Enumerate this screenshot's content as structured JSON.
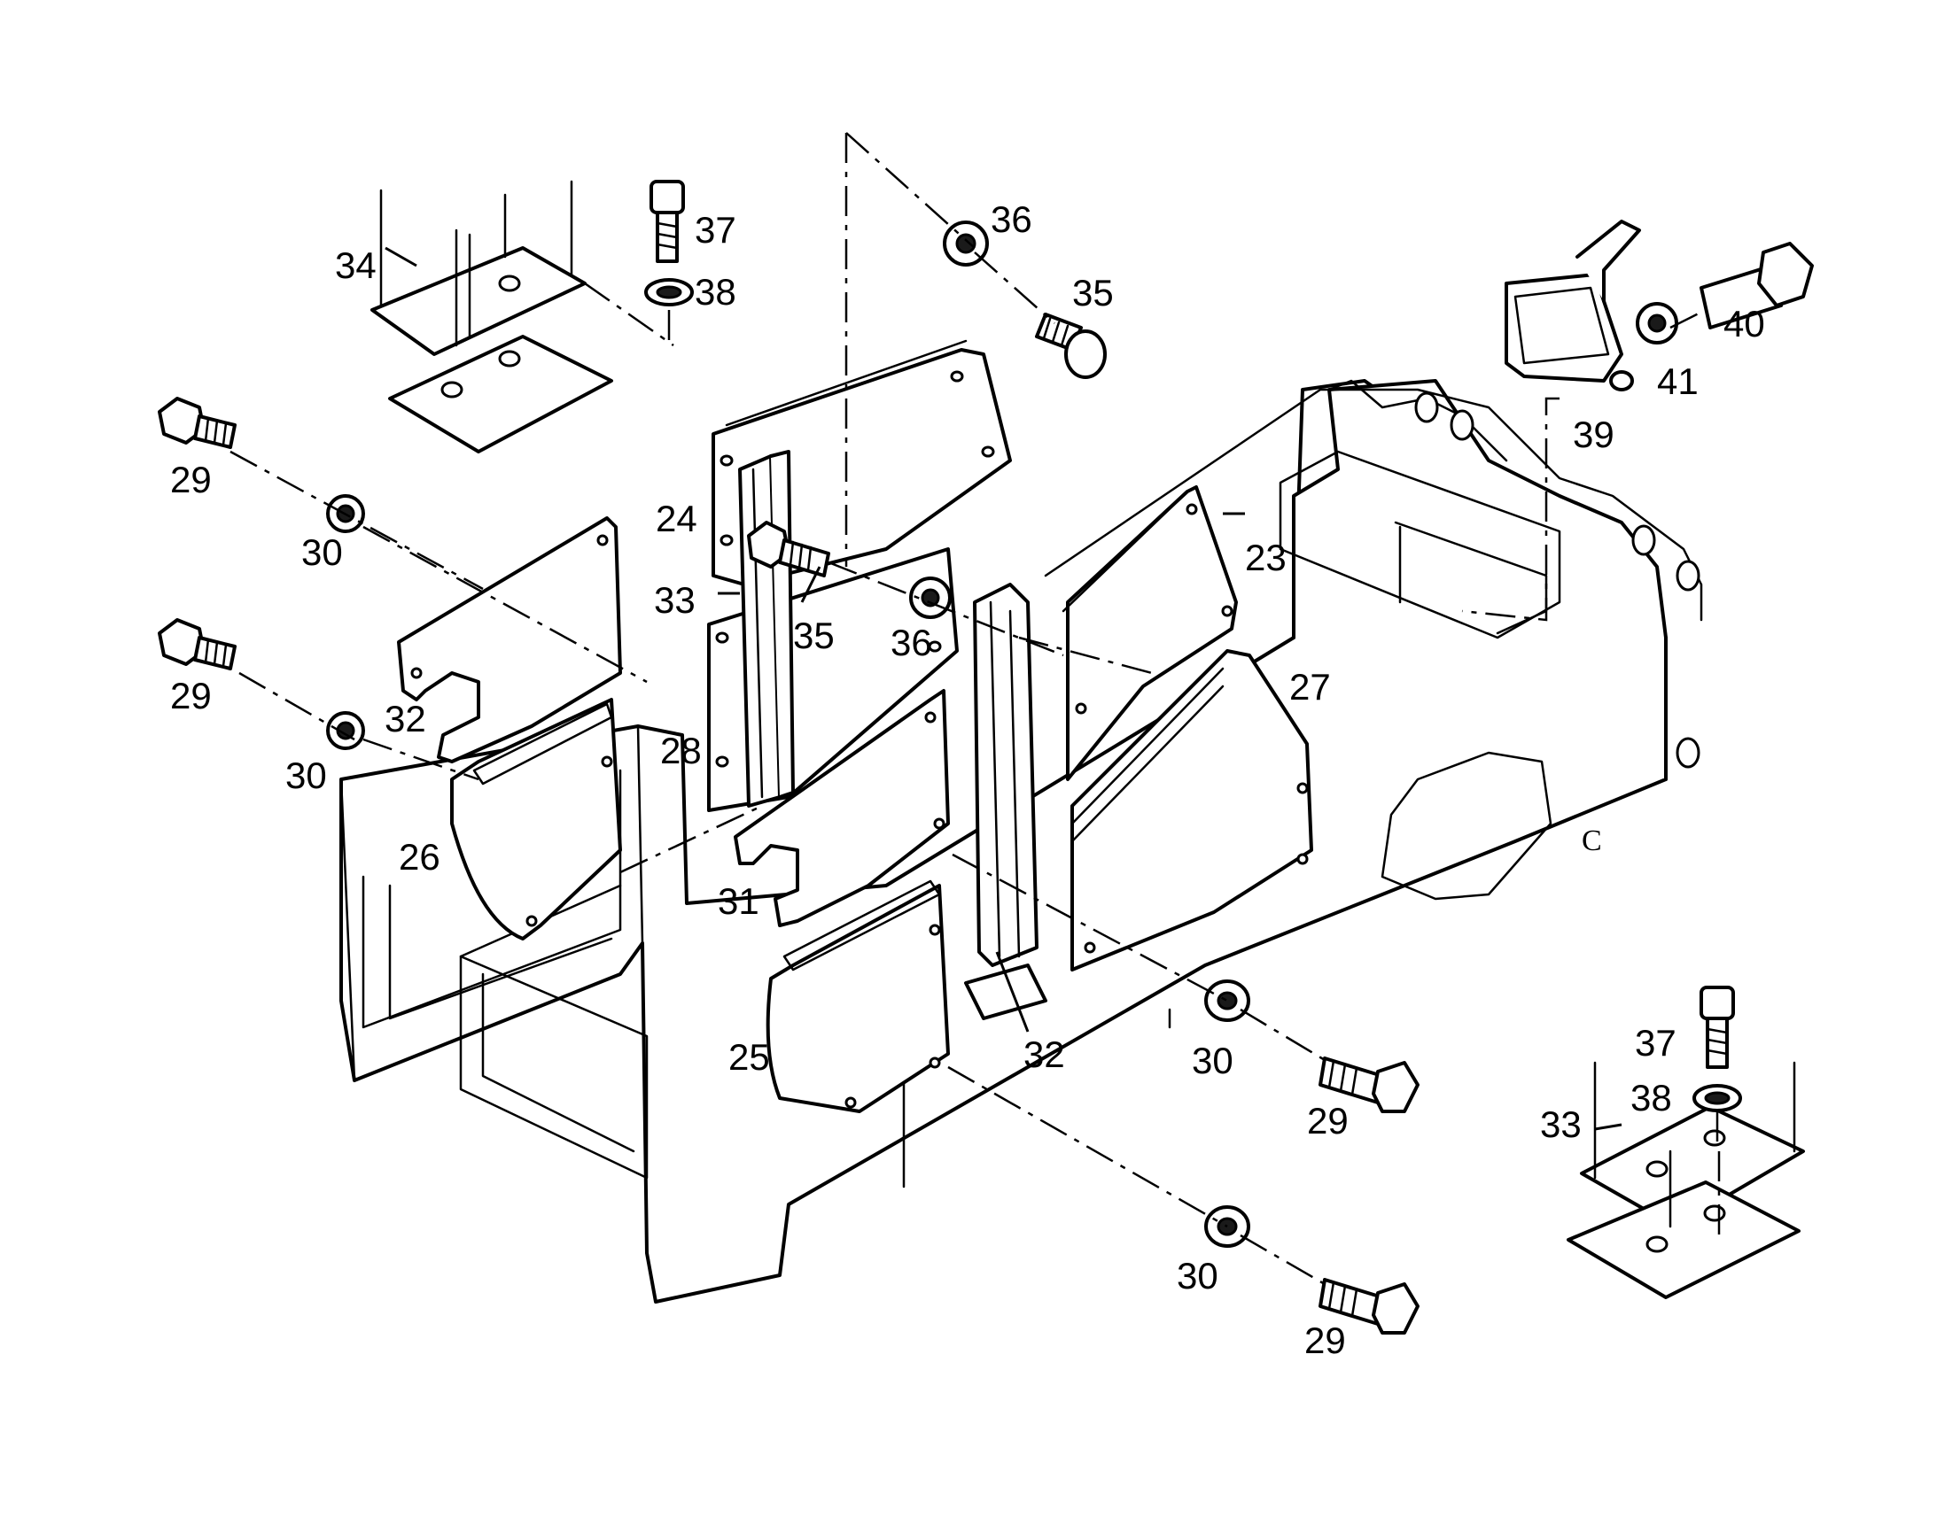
{
  "diagram": {
    "callouts": [
      {
        "id": "c-34",
        "label": "34"
      },
      {
        "id": "c-37a",
        "label": "37"
      },
      {
        "id": "c-38a",
        "label": "38"
      },
      {
        "id": "c-36a",
        "label": "36"
      },
      {
        "id": "c-35a",
        "label": "35"
      },
      {
        "id": "c-40",
        "label": "40"
      },
      {
        "id": "c-41",
        "label": "41"
      },
      {
        "id": "c-39",
        "label": "39"
      },
      {
        "id": "c-29a",
        "label": "29"
      },
      {
        "id": "c-30a",
        "label": "30"
      },
      {
        "id": "c-24",
        "label": "24"
      },
      {
        "id": "c-33a",
        "label": "33"
      },
      {
        "id": "c-35b",
        "label": "35"
      },
      {
        "id": "c-36b",
        "label": "36"
      },
      {
        "id": "c-23",
        "label": "23"
      },
      {
        "id": "c-27",
        "label": "27"
      },
      {
        "id": "c-29b",
        "label": "29"
      },
      {
        "id": "c-32a",
        "label": "32"
      },
      {
        "id": "c-30b",
        "label": "30"
      },
      {
        "id": "c-28",
        "label": "28"
      },
      {
        "id": "c-26",
        "label": "26"
      },
      {
        "id": "c-31",
        "label": "31"
      },
      {
        "id": "c-25",
        "label": "25"
      },
      {
        "id": "c-32b",
        "label": "32"
      },
      {
        "id": "c-30c",
        "label": "30"
      },
      {
        "id": "c-29c",
        "label": "29"
      },
      {
        "id": "c-37b",
        "label": "37"
      },
      {
        "id": "c-38b",
        "label": "38"
      },
      {
        "id": "c-33b",
        "label": "33"
      },
      {
        "id": "c-30d",
        "label": "30"
      },
      {
        "id": "c-29d",
        "label": "29"
      }
    ]
  }
}
